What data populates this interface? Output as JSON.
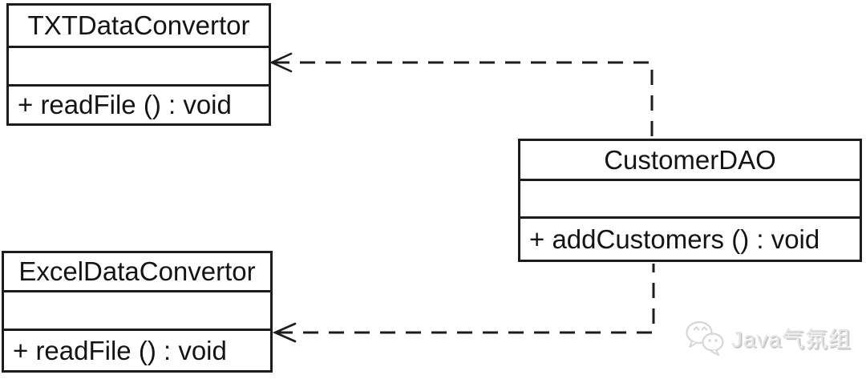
{
  "diagram": {
    "type": "uml-class-diagram",
    "classes": [
      {
        "name": "TXTDataConvertor",
        "attributes": [],
        "methods": [
          "+ readFile () : void"
        ]
      },
      {
        "name": "CustomerDAO",
        "attributes": [],
        "methods": [
          "+ addCustomers () : void"
        ]
      },
      {
        "name": "ExcelDataConvertor",
        "attributes": [],
        "methods": [
          "+ readFile () : void"
        ]
      }
    ],
    "relationships": [
      {
        "from": "CustomerDAO",
        "to": "TXTDataConvertor",
        "type": "dependency",
        "line_style": "dashed",
        "arrowhead": "open"
      },
      {
        "from": "CustomerDAO",
        "to": "ExcelDataConvertor",
        "type": "dependency",
        "line_style": "dashed",
        "arrowhead": "open"
      }
    ],
    "colors": {
      "background": "#ffffff",
      "line": "#1c1c1c",
      "text": "#141414"
    }
  },
  "watermark": {
    "icon": "wechat-icon",
    "text": "Java气氛组",
    "color": "#e3e3e3"
  }
}
